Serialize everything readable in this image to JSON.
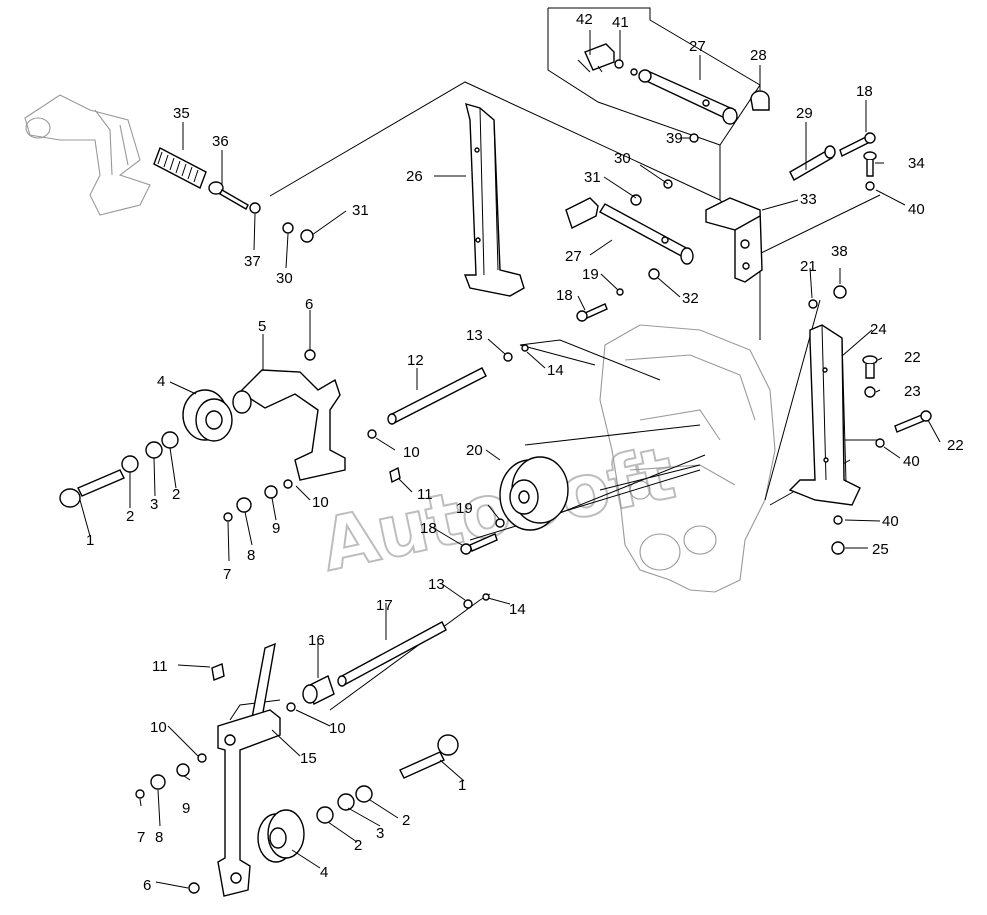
{
  "watermark": "AutoSoft",
  "labels": [
    {
      "id": "l42",
      "text": "42"
    },
    {
      "id": "l41",
      "text": "41"
    },
    {
      "id": "l27a",
      "text": "27"
    },
    {
      "id": "l28",
      "text": "28"
    },
    {
      "id": "l35",
      "text": "35"
    },
    {
      "id": "l36",
      "text": "36"
    },
    {
      "id": "l29",
      "text": "29"
    },
    {
      "id": "l18a",
      "text": "18"
    },
    {
      "id": "l39",
      "text": "39"
    },
    {
      "id": "l34",
      "text": "34"
    },
    {
      "id": "l30a",
      "text": "30"
    },
    {
      "id": "l26",
      "text": "26"
    },
    {
      "id": "l31a",
      "text": "31"
    },
    {
      "id": "l33",
      "text": "33"
    },
    {
      "id": "l40a",
      "text": "40"
    },
    {
      "id": "l31b",
      "text": "31"
    },
    {
      "id": "l37",
      "text": "37"
    },
    {
      "id": "l30b",
      "text": "30"
    },
    {
      "id": "l27b",
      "text": "27"
    },
    {
      "id": "l19a",
      "text": "19"
    },
    {
      "id": "l32",
      "text": "32"
    },
    {
      "id": "l21",
      "text": "21"
    },
    {
      "id": "l38",
      "text": "38"
    },
    {
      "id": "l18b",
      "text": "18"
    },
    {
      "id": "l6a",
      "text": "6"
    },
    {
      "id": "l5",
      "text": "5"
    },
    {
      "id": "l13a",
      "text": "13"
    },
    {
      "id": "l24",
      "text": "24"
    },
    {
      "id": "l12",
      "text": "12"
    },
    {
      "id": "l22a",
      "text": "22"
    },
    {
      "id": "l14a",
      "text": "14"
    },
    {
      "id": "l23",
      "text": "23"
    },
    {
      "id": "l4a",
      "text": "4"
    },
    {
      "id": "l22b",
      "text": "22"
    },
    {
      "id": "l10a",
      "text": "10"
    },
    {
      "id": "l20",
      "text": "20"
    },
    {
      "id": "l40b",
      "text": "40"
    },
    {
      "id": "l11a",
      "text": "11"
    },
    {
      "id": "l10b",
      "text": "10"
    },
    {
      "id": "l2a",
      "text": "2"
    },
    {
      "id": "l3a",
      "text": "3"
    },
    {
      "id": "l2b",
      "text": "2"
    },
    {
      "id": "l19b",
      "text": "19"
    },
    {
      "id": "l40c",
      "text": "40"
    },
    {
      "id": "l1a",
      "text": "1"
    },
    {
      "id": "l9a",
      "text": "9"
    },
    {
      "id": "l8a",
      "text": "8"
    },
    {
      "id": "l18c",
      "text": "18"
    },
    {
      "id": "l25",
      "text": "25"
    },
    {
      "id": "l7a",
      "text": "7"
    },
    {
      "id": "l13b",
      "text": "13"
    },
    {
      "id": "l14b",
      "text": "14"
    },
    {
      "id": "l17",
      "text": "17"
    },
    {
      "id": "l16",
      "text": "16"
    },
    {
      "id": "l11b",
      "text": "11"
    },
    {
      "id": "l10c",
      "text": "10"
    },
    {
      "id": "l15",
      "text": "15"
    },
    {
      "id": "l10d",
      "text": "10"
    },
    {
      "id": "l1b",
      "text": "1"
    },
    {
      "id": "l9b",
      "text": "9"
    },
    {
      "id": "l7b",
      "text": "7"
    },
    {
      "id": "l8b",
      "text": "8"
    },
    {
      "id": "l3b",
      "text": "3"
    },
    {
      "id": "l2c",
      "text": "2"
    },
    {
      "id": "l2d",
      "text": "2"
    },
    {
      "id": "l4b",
      "text": "4"
    },
    {
      "id": "l6b",
      "text": "6"
    }
  ]
}
